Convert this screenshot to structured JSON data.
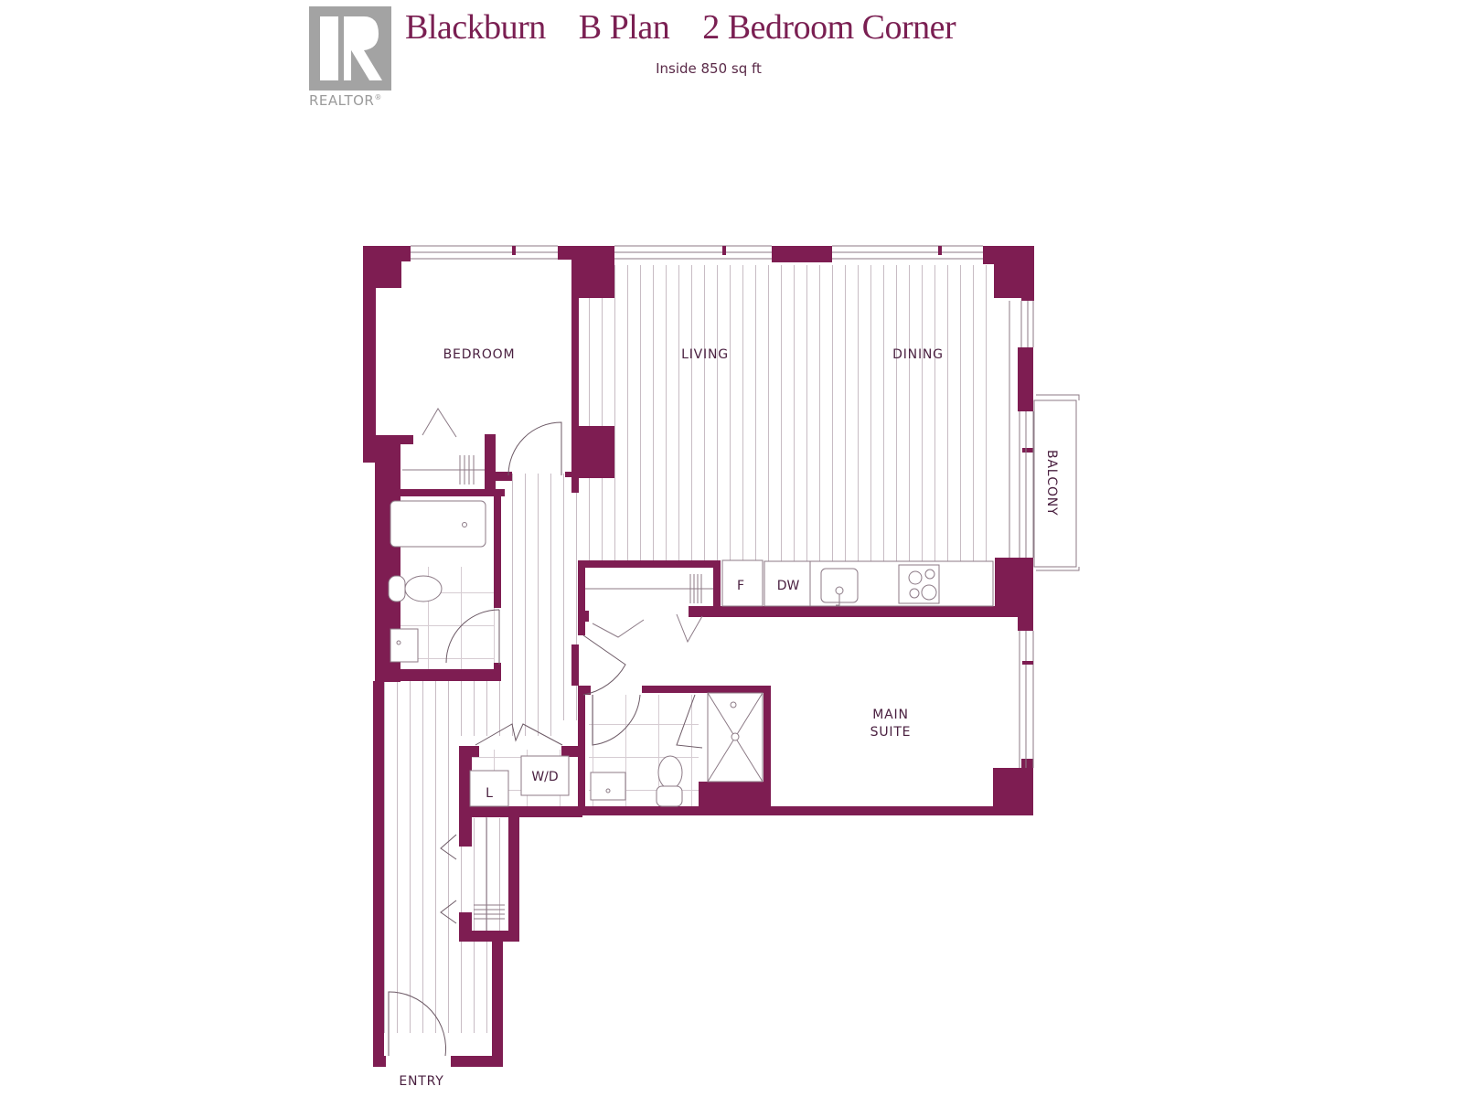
{
  "header": {
    "logo": {
      "icon": "realtor-r-icon",
      "text": "REALTOR",
      "mark": "®"
    },
    "title_parts": [
      "Blackburn",
      "B Plan",
      "2 Bedroom Corner"
    ],
    "subtitle": "Inside 850 sq ft"
  },
  "colors": {
    "wall": "#7e1d52",
    "title": "#7a1f52",
    "line": "#9a8a95",
    "logo_gray": "#a3a3a3"
  },
  "rooms": {
    "bedroom": "BEDROOM",
    "living": "LIVING",
    "dining": "DINING",
    "balcony": "BALCONY",
    "main_suite_line1": "MAIN",
    "main_suite_line2": "SUITE",
    "entry": "ENTRY"
  },
  "appliances": {
    "fridge": "F",
    "dishwasher": "DW",
    "washer_dryer": "W/D",
    "linen": "L"
  }
}
